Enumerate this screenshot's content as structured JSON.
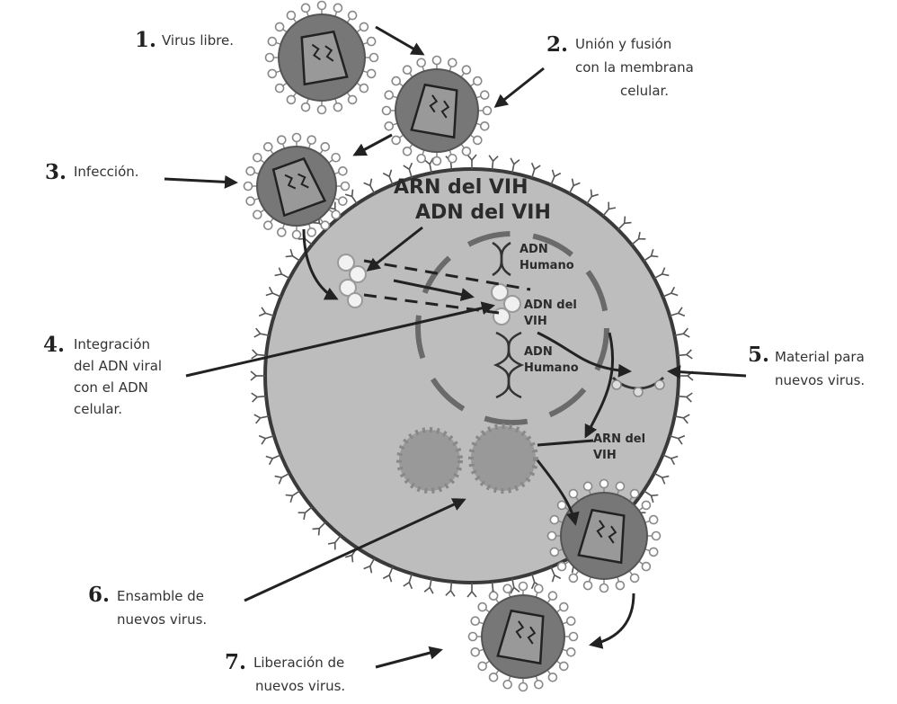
{
  "steps": [
    {
      "number": "1.",
      "lines": [
        "Virus libre."
      ]
    },
    {
      "number": "2.",
      "lines": [
        "Unión y fusión",
        "con la membrana",
        "celular."
      ]
    },
    {
      "number": "3.",
      "lines": [
        "Infección."
      ]
    },
    {
      "number": "4.",
      "lines": [
        "Integración",
        "del ADN viral",
        "con el ADN",
        "celular."
      ]
    },
    {
      "number": "5.",
      "lines": [
        "Material para",
        "nuevos virus."
      ]
    },
    {
      "number": "6.",
      "lines": [
        "Ensamble de",
        "nuevos virus."
      ]
    },
    {
      "number": "7.",
      "lines": [
        "Liberación de",
        "nuevos virus."
      ]
    }
  ],
  "cell_labels": {
    "arn_vih": "ARN del VIH",
    "adn_vih": "ADN del VIH",
    "adn_humano_1": [
      "ADN",
      "Humano"
    ],
    "adn_del_vih": [
      "ADN del",
      "VIH"
    ],
    "adn_humano_2": [
      "ADN",
      "Humano"
    ],
    "arn_del_vih_2": [
      "ARN del",
      "VIH"
    ]
  },
  "colors": {
    "cell_fill": "#bdbdbd",
    "cell_stroke": "#3a3a3a",
    "virus_fill": "#777777",
    "nucleus_dash": "#6a6a6a",
    "text": "#333333"
  },
  "icons": [
    "virus-icon",
    "receptor-icon",
    "dna-helix-icon",
    "arrow-icon"
  ]
}
